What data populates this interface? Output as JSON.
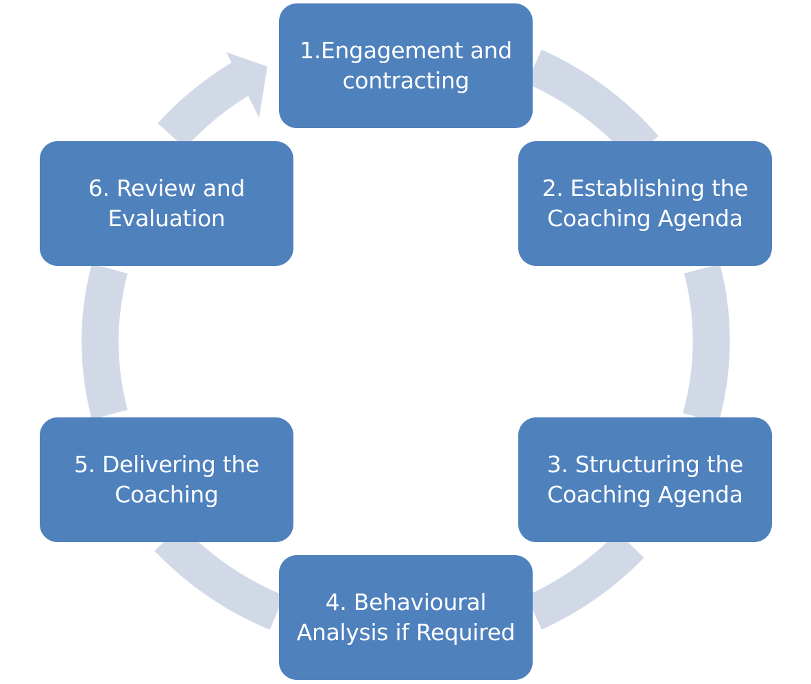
{
  "colors": {
    "box_fill": "#4f81bd",
    "ring": "#d1d9e7",
    "text": "#ffffff"
  },
  "cycle": {
    "direction": "clockwise",
    "steps": [
      {
        "label": "1.Engagement and\ncontracting"
      },
      {
        "label": "2. Establishing the\nCoaching Agenda"
      },
      {
        "label": "3. Structuring the\nCoaching Agenda"
      },
      {
        "label": "4. Behavioural\nAnalysis if Required"
      },
      {
        "label": "5.  Delivering the\nCoaching"
      },
      {
        "label": "6. Review and\nEvaluation"
      }
    ]
  }
}
